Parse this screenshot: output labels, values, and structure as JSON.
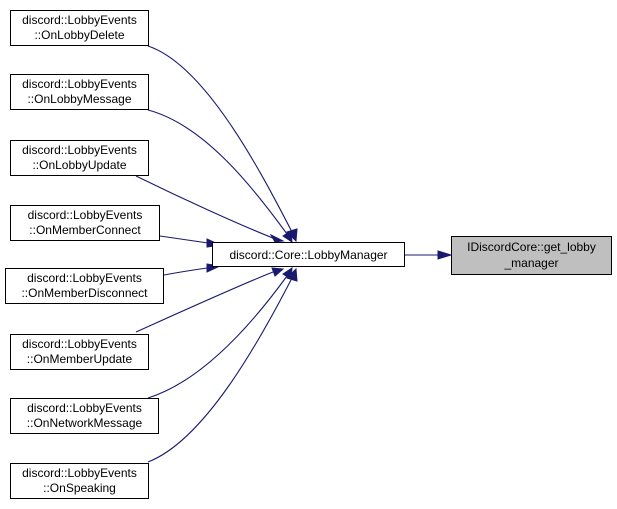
{
  "diagram": {
    "colors": {
      "edge": "#191970",
      "node_border": "#000000",
      "node_fill": "#ffffff",
      "focus_fill": "#bfbfbf"
    },
    "callers": [
      {
        "line1": "discord::LobbyEvents",
        "line2": "::OnLobbyDelete"
      },
      {
        "line1": "discord::LobbyEvents",
        "line2": "::OnLobbyMessage"
      },
      {
        "line1": "discord::LobbyEvents",
        "line2": "::OnLobbyUpdate"
      },
      {
        "line1": "discord::LobbyEvents",
        "line2": "::OnMemberConnect"
      },
      {
        "line1": "discord::LobbyEvents",
        "line2": "::OnMemberDisconnect"
      },
      {
        "line1": "discord::LobbyEvents",
        "line2": "::OnMemberUpdate"
      },
      {
        "line1": "discord::LobbyEvents",
        "line2": "::OnNetworkMessage"
      },
      {
        "line1": "discord::LobbyEvents",
        "line2": "::OnSpeaking"
      }
    ],
    "middle": {
      "label": "discord::Core::LobbyManager"
    },
    "focus": {
      "line1": "IDiscordCore::get_lobby",
      "line2": "_manager"
    }
  }
}
